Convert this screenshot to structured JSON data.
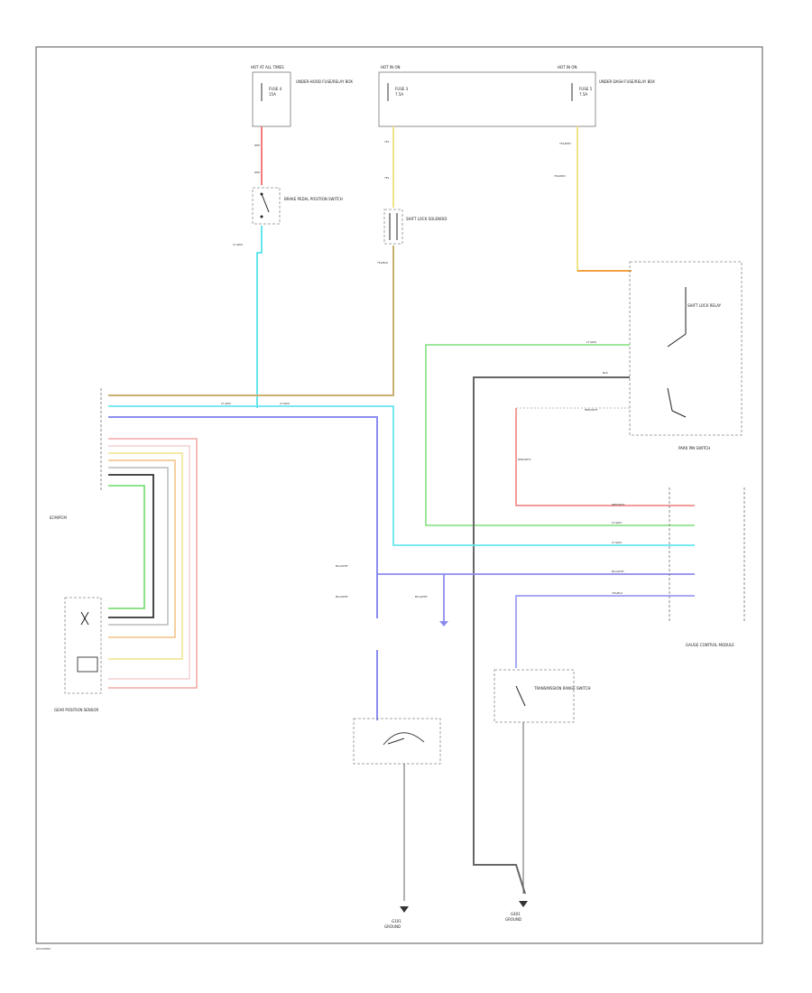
{
  "wire_colors": {
    "red": "#f07a7a",
    "cyan": "#66e6ee",
    "yellow": "#f0e48a",
    "orange": "#f2a040",
    "green": "#7ddf7a",
    "blue": "#8c8cf0",
    "black": "#444444",
    "pink": "#f4a6a6",
    "tan": "#c8b070"
  },
  "fuse_blocks": [
    {
      "id": "fuse-a",
      "top_label": "HOT AT ALL TIMES",
      "fuse": "FUSE 4",
      "amps": "15A",
      "desc": "UNDER-HOOD FUSE/RELAY BOX"
    },
    {
      "id": "fuse-b",
      "top_label": "HOT IN ON",
      "fuse": "FUSE 3",
      "amps": "7.5A",
      "desc": ""
    },
    {
      "id": "fuse-c",
      "top_label": "HOT IN ON",
      "fuse": "FUSE 5",
      "amps": "7.5A",
      "desc": "UNDER-DASH FUSE/RELAY BOX"
    }
  ],
  "components": {
    "brake_switch": "BRAKE PEDAL POSITION SWITCH",
    "shift_lock_solenoid": "SHIFT LOCK SOLENOID",
    "shift_lock_relay": "SHIFT LOCK RELAY",
    "ecm": "ECM/PCM",
    "gear_sensor": "GEAR POSITION SENSOR",
    "park_pin_switch": "PARK PIN SWITCH",
    "range_switch": "TRANSMISSION RANGE SWITCH",
    "gauge_control": "GAUGE CONTROL MODULE",
    "ground_left": "G101",
    "ground_right": "G401",
    "left_ground_label": "GROUND",
    "right_ground_label": "GROUND"
  },
  "footer_code": "W1234567"
}
